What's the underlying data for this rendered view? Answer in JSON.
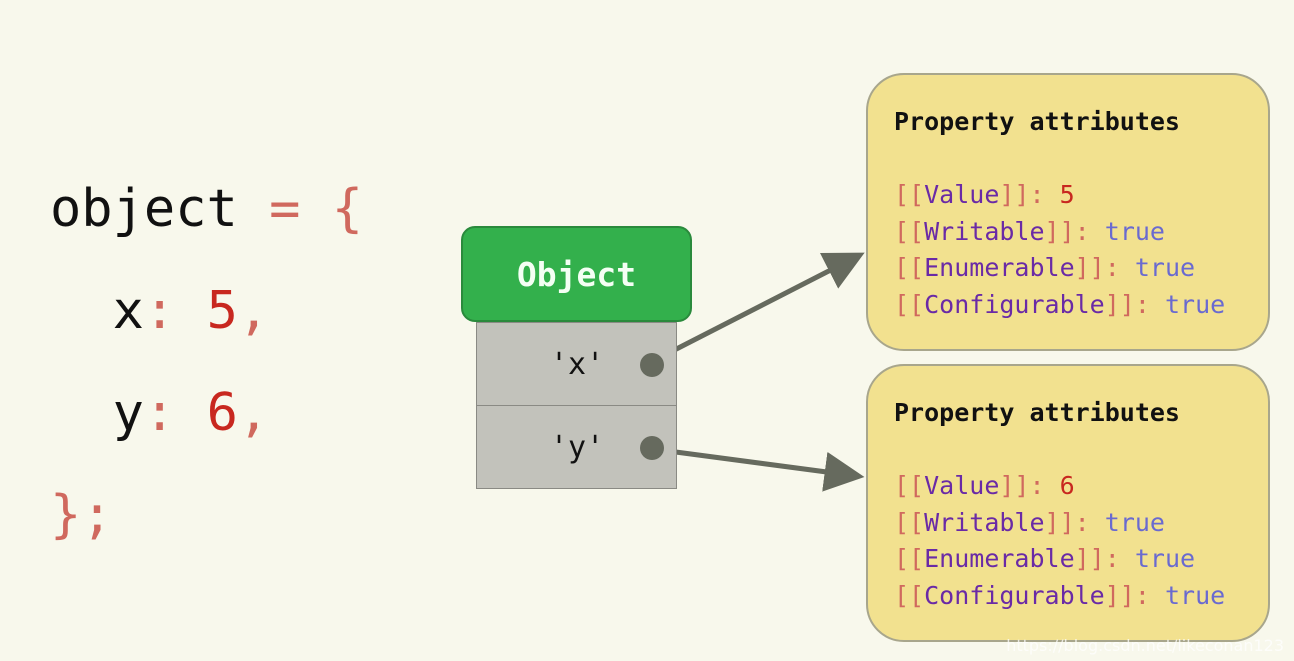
{
  "code": {
    "line1": {
      "ident": "object",
      "equals": "=",
      "brace": "{"
    },
    "line2": {
      "key": "x",
      "colon": ":",
      "value": "5",
      "comma": ","
    },
    "line3": {
      "key": "y",
      "colon": ":",
      "value": "6",
      "comma": ","
    },
    "line4": {
      "close": "}",
      "semi": ";"
    }
  },
  "object_box": {
    "title": "Object",
    "keys": [
      "'x'",
      "'y'"
    ]
  },
  "cards": [
    {
      "title": "Property attributes",
      "attributes": [
        {
          "open": "[[",
          "name": "Value",
          "close": "]]",
          "colon": ":",
          "value": "5"
        },
        {
          "open": "[[",
          "name": "Writable",
          "close": "]]",
          "colon": ":",
          "value": "true"
        },
        {
          "open": "[[",
          "name": "Enumerable",
          "close": "]]",
          "colon": ":",
          "value": "true"
        },
        {
          "open": "[[",
          "name": "Configurable",
          "close": "]]",
          "colon": ":",
          "value": "true"
        }
      ]
    },
    {
      "title": "Property attributes",
      "attributes": [
        {
          "open": "[[",
          "name": "Value",
          "close": "]]",
          "colon": ":",
          "value": "6"
        },
        {
          "open": "[[",
          "name": "Writable",
          "close": "]]",
          "colon": ":",
          "value": "true"
        },
        {
          "open": "[[",
          "name": "Enumerable",
          "close": "]]",
          "colon": ":",
          "value": "true"
        },
        {
          "open": "[[",
          "name": "Configurable",
          "close": "]]",
          "colon": ":",
          "value": "true"
        }
      ]
    }
  ],
  "watermark": "https://blog.csdn.net/likeconan123",
  "colors": {
    "background": "#f8f8ec",
    "object_header": "#33b04c",
    "object_row": "#c2c2bb",
    "card": "#f2e18f",
    "punctuation": "#d0695e",
    "number": "#c8281f",
    "attribute_name": "#6a2aa6",
    "boolean": "#6a6ad0",
    "arrow": "#666a5e"
  }
}
